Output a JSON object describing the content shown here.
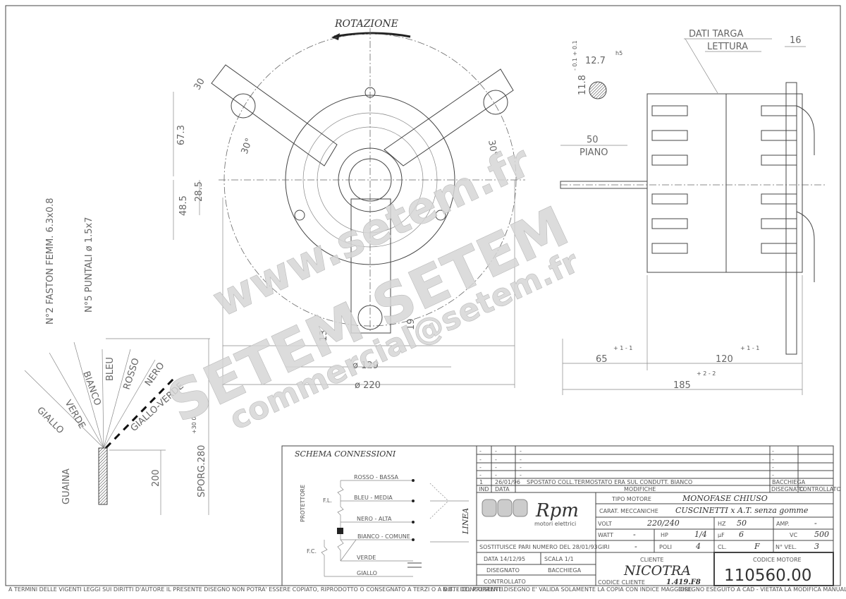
{
  "front_view": {
    "rotation_label": "ROTAZIONE",
    "dims": {
      "d30": "30",
      "d67": "67.3",
      "d48": "48.5",
      "d28": "28.5",
      "ang_l": "30°",
      "ang_r": "30°",
      "d19": "19",
      "d13": "13",
      "d129": "ø 129",
      "d220": "ø 220"
    }
  },
  "side_view": {
    "dati_targa": "DATI TARGA",
    "lettura": "LETTURA",
    "d16": "16",
    "shaft_dia": "12.7",
    "shaft_tol": "h5",
    "shaft_tol_vals": "- 0.1 + 0.1",
    "flat": "11.8",
    "d50": "50",
    "piano": "PIANO",
    "d65": "65",
    "d65_tol": "+ 1 - 1",
    "d120": "120",
    "d120_tol": "+ 1 - 1",
    "d185": "185",
    "d185_tol": "+ 2 - 2"
  },
  "wires": {
    "faston": "N°2 FASTON FEMM. 6.3x0.8",
    "puntali": "N°5 PUNTALI ø 1.5x7",
    "colors": [
      "GIALLO",
      "VERDE",
      "BIANCO",
      "BLEU",
      "ROSSO",
      "NERO",
      "GIALLO-VERDE"
    ],
    "guaina": "GUAINA",
    "d200": "200",
    "sporg": "SPORG.280",
    "sporg_tol": "+30 0"
  },
  "schema": {
    "title": "SCHEMA CONNESSIONI",
    "lines": [
      "ROSSO - BASSA",
      "BLEU - MEDIA",
      "NERO - ALTA",
      "BIANCO - COMUNE",
      "VERDE",
      "GIALLO"
    ],
    "fl": "F.L.",
    "fc": "F.C.",
    "protettore": "PROTETTORE",
    "linea": "LINEA"
  },
  "revisions": {
    "rows": [
      [
        "-",
        "-",
        "-",
        "-",
        ""
      ],
      [
        "-",
        "-",
        "-",
        "-",
        ""
      ],
      [
        "-",
        "-",
        "-",
        "-",
        ""
      ],
      [
        "-",
        "-",
        "-",
        "-",
        ""
      ],
      [
        "1",
        "26/01/96",
        "SPOSTATO COLL.TERMOSTATO ERA SUL CONDUTT. BIANCO",
        "BACCHIEGA",
        ""
      ]
    ],
    "header": [
      "IND",
      "DATA",
      "MODIFICHE",
      "DISEGNATO",
      "CONTROLLATO"
    ]
  },
  "logo": {
    "brand": "Rpm",
    "sub": "motori elettrici"
  },
  "specs": {
    "tipo_label": "TIPO MOTORE",
    "tipo": "MONOFASE CHIUSO",
    "carat_label": "CARAT. MECCANICHE",
    "carat": "CUSCINETTI x A.T. senza gomme",
    "volt_label": "VOLT",
    "volt": "220/240",
    "hz_label": "HZ",
    "hz": "50",
    "amp_label": "AMP.",
    "amp": "-",
    "watt_label": "WATT",
    "watt": "-",
    "hp_label": "HP",
    "hp": "1/4",
    "uf_label": "µF",
    "uf": "6",
    "vc_label": "VC",
    "vc": "500",
    "giri_label": "GIRI",
    "giri": "-",
    "poli_label": "POLI",
    "poli": "4",
    "cl_label": "CL.",
    "cl": "F",
    "vel_label": "N° VEL.",
    "vel": "3"
  },
  "info": {
    "sostituisce": "SOSTITUISCE PARI NUMERO DEL 28/01/93",
    "data": "DATA  14/12/95",
    "scala": "SCALA    1/1",
    "disegnato_label": "DISEGNATO",
    "disegnato": "BACCHIEGA",
    "controllato_label": "CONTROLLATO",
    "cliente_label": "CLIENTE",
    "cliente": "NICOTRA",
    "codice_cliente_label": "CODICE CLIENTE",
    "codice_cliente": "1.419.F8",
    "codice_motore_label": "CODICE MOTORE",
    "codice_motore": "110560.00"
  },
  "footer": {
    "left": "A TERMINI DELLE VIGENTI LEGGI SUI DIRITTI D'AUTORE IL PRESENTE DISEGNO NON POTRA' ESSERE COPIATO, RIPRODOTTO O CONSEGNATO A TERZI O A DITTE CONCORRENTI.",
    "mid": "N.B. - DEL PRESENTE DISEGNO E' VALIDA SOLAMENTE LA COPIA CON INDICE MAGGIORE.",
    "right": "DISEGNO ESEGUITO A CAD - VIETATA LA MODIFICA MANUALE."
  },
  "watermark": [
    "www.setem.fr",
    "SETEM SETEM",
    "commercial@setem.fr"
  ]
}
